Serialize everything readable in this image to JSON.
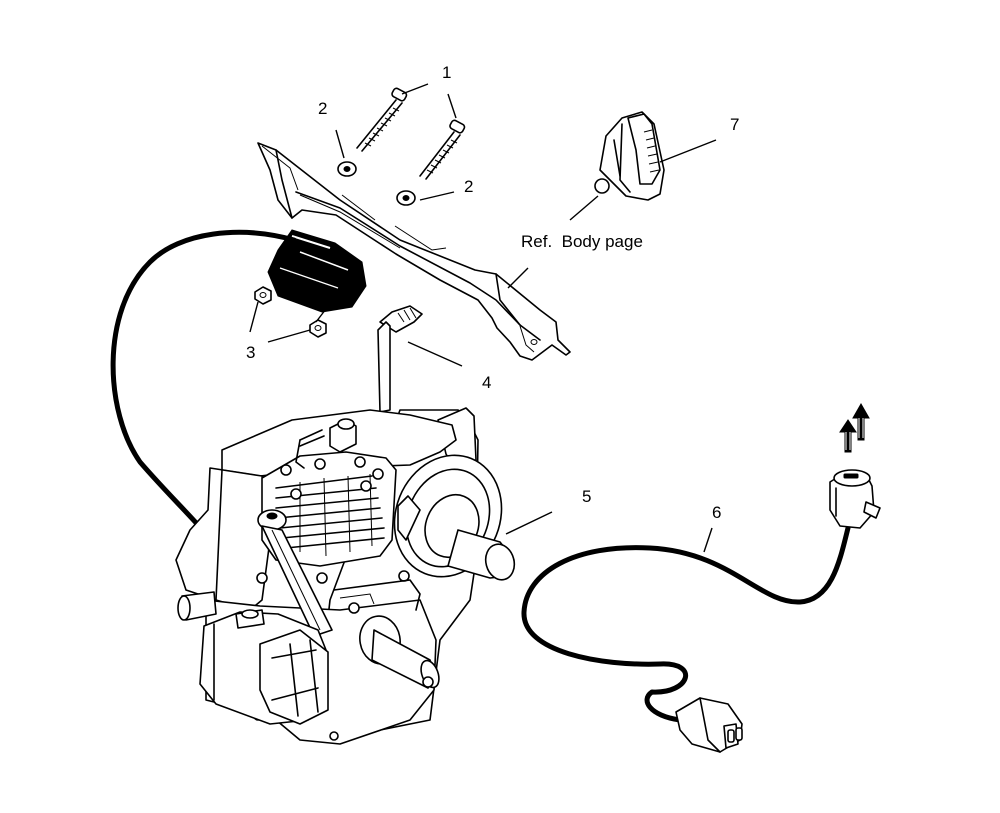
{
  "callouts": [
    {
      "id": "1",
      "label": "1"
    },
    {
      "id": "2a",
      "label": "2"
    },
    {
      "id": "2b",
      "label": "2"
    },
    {
      "id": "3",
      "label": "3"
    },
    {
      "id": "4",
      "label": "4"
    },
    {
      "id": "5",
      "label": "5"
    },
    {
      "id": "6",
      "label": "6"
    },
    {
      "id": "7",
      "label": "7"
    }
  ],
  "reference_note": "Ref.  Body page",
  "colors": {
    "line": "#000000",
    "background": "#ffffff"
  }
}
